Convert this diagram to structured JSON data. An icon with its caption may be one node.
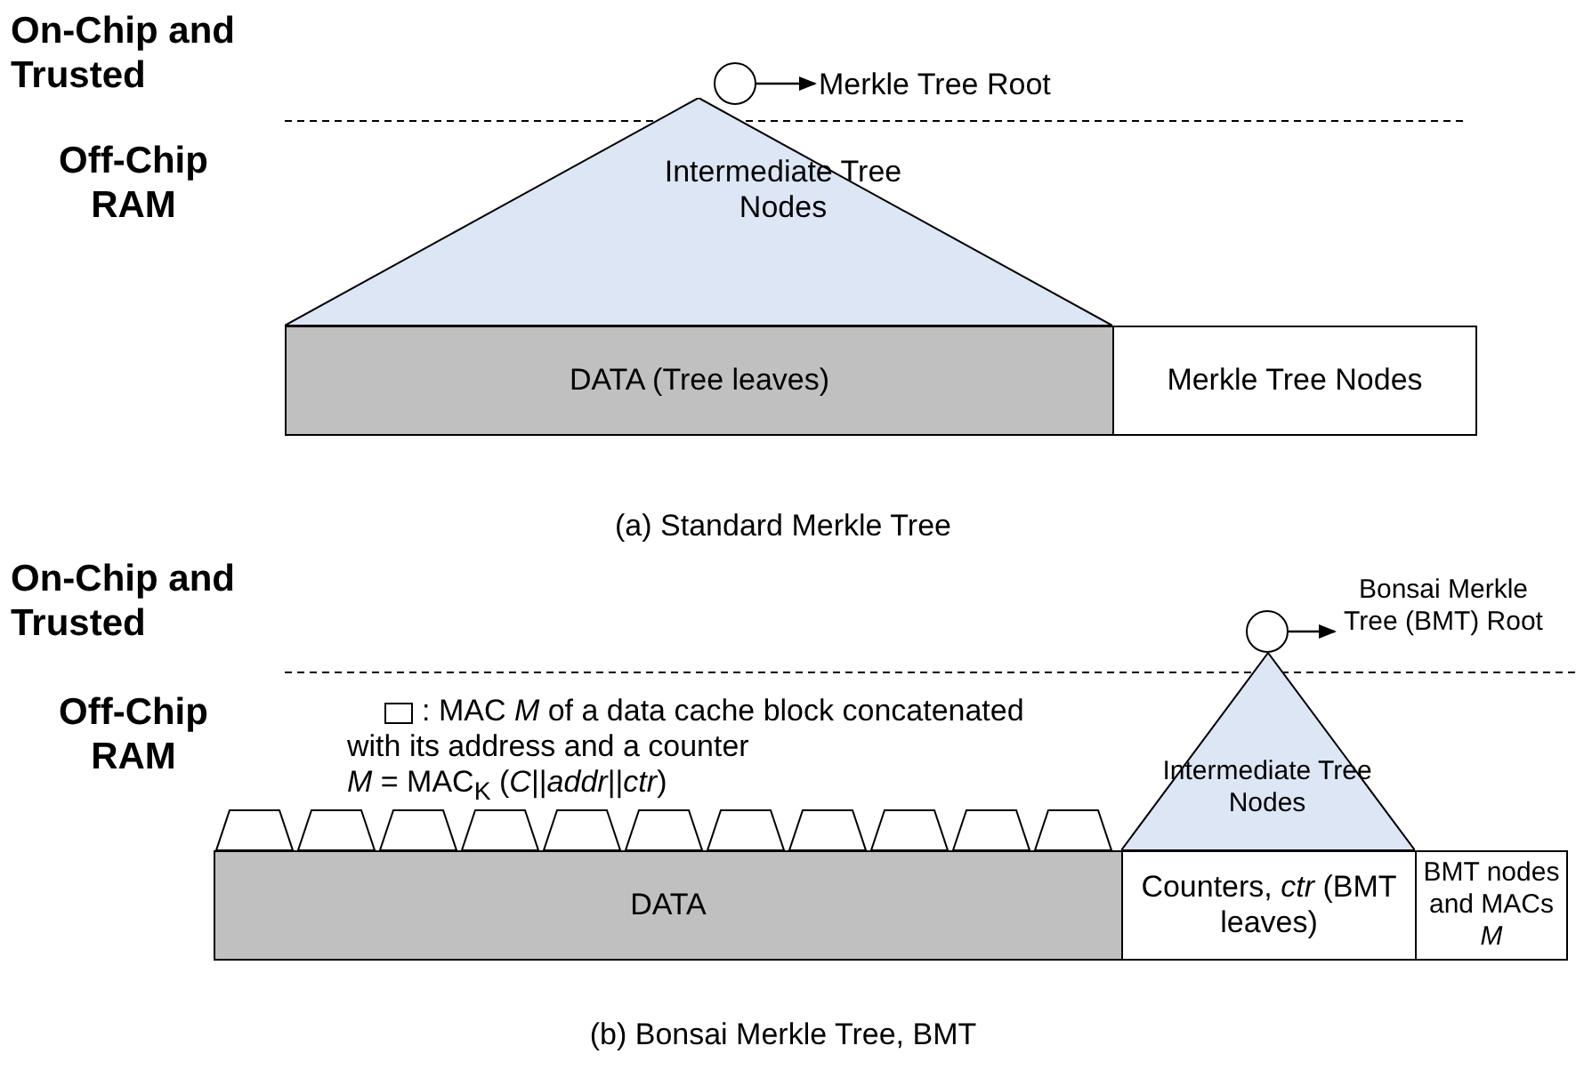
{
  "diagram": {
    "nodes": [
      {
        "text": [],
        "shape": "circle"
      },
      {
        "text": [
          "Merkle Tree Root"
        ]
      },
      {
        "text": [
          "Intermediate Tree Nodes"
        ]
      },
      {
        "text": [
          "DATA (Tree leaves)"
        ]
      },
      {
        "text": [
          "Merkle Tree Nodes"
        ]
      },
      {
        "text": [],
        "shape": "circle"
      },
      {
        "text": [
          "Bonsai Merkle Tree (BMT) Root"
        ]
      },
      {
        "text": [
          "Intermediate Tree Nodes"
        ]
      },
      {
        "text": [],
        "shape": "trapezoid"
      },
      {
        "text": [],
        "shape": "trapezoid"
      },
      {
        "text": [],
        "shape": "trapezoid"
      },
      {
        "text": [],
        "shape": "trapezoid"
      },
      {
        "text": [],
        "shape": "trapezoid"
      },
      {
        "text": [],
        "shape": "trapezoid"
      },
      {
        "text": [],
        "shape": "trapezoid"
      },
      {
        "text": [],
        "shape": "trapezoid"
      },
      {
        "text": [],
        "shape": "trapezoid"
      },
      {
        "text": [],
        "shape": "trapezoid"
      },
      {
        "text": [],
        "shape": "trapezoid"
      },
      {
        "text": [
          "DATA"
        ]
      },
      {
        "text": [
          "Counters, *ctr* (BMT leaves)"
        ]
      },
      {
        "text": [
          "BMT nodes and MACs *M*"
        ]
      }
    ],
    "edges": [
      {
        "from": 0,
        "to": 1,
        "arrow": "to"
      },
      {
        "from": 5,
        "to": 6,
        "arrow": "to"
      }
    ],
    "labels": [
      "On-Chip and Trusted",
      "Off-Chip RAM",
      "(a) Standard Merkle Tree",
      "On-Chip and Trusted",
      "Off-Chip RAM",
      "*M* = MAC$_{K}$ (*C*||*addr*||*ctr*)",
      "(b) Bonsai Merkle Tree, BMT"
    ],
    "legend": [
      {
        "text": ": MAC *M* of a data cache block concatenated with its address and a counter"
      }
    ]
  }
}
